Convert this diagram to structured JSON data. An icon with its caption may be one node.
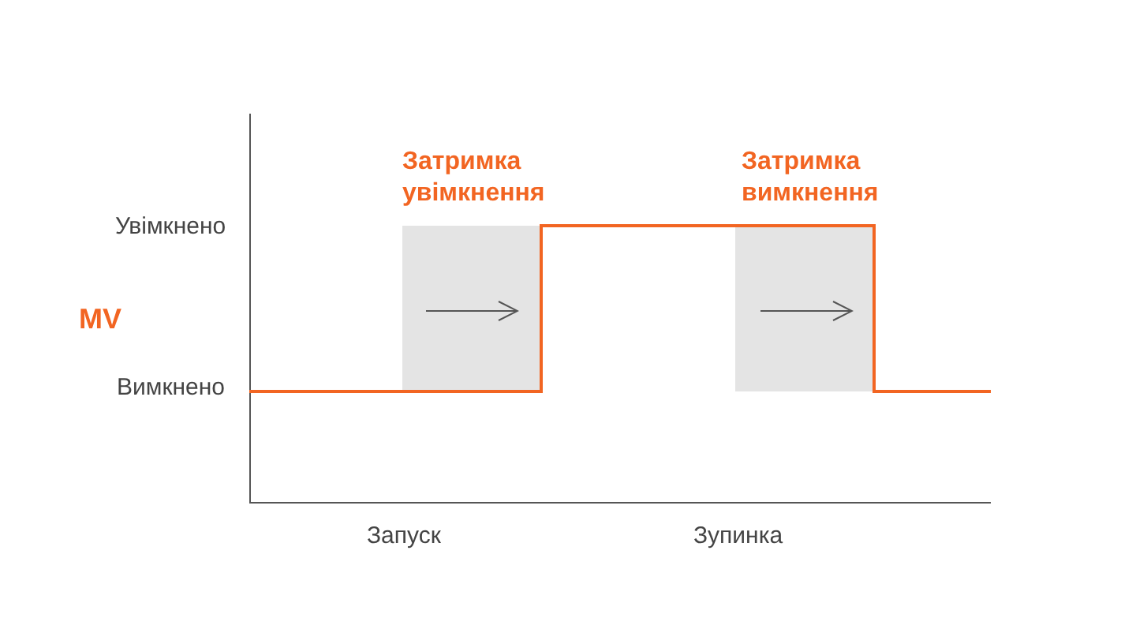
{
  "diagram": {
    "labels": [
      "Затримка увімкнення",
      "Затримка вимкнення",
      "Увімкнено",
      "MV",
      "Вимкнено",
      "Запуск",
      "Зупинка"
    ]
  }
}
